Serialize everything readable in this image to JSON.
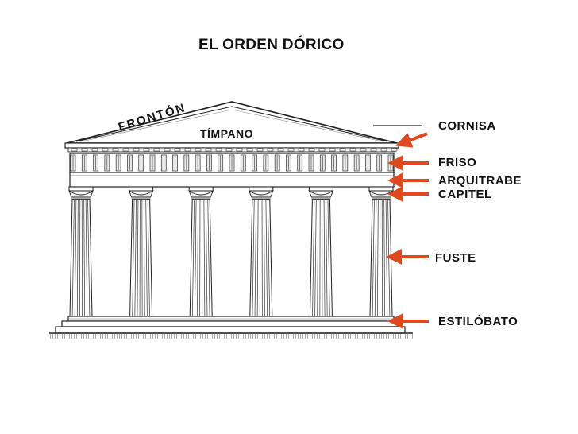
{
  "title": "EL ORDEN DÓRICO",
  "labels": {
    "fronton": "FRONTÓN",
    "timpano": "TÍMPANO",
    "cornisa": "CORNISA",
    "friso": "FRISO",
    "arquitrabe": "ARQUITRABE",
    "capitel": "CAPITEL",
    "fuste": "FUSTE",
    "estilobato": "ESTILÓBATO"
  },
  "colors": {
    "arrow": "#e0481e",
    "line": "#222222",
    "hatch": "#555555"
  },
  "columns": 6
}
